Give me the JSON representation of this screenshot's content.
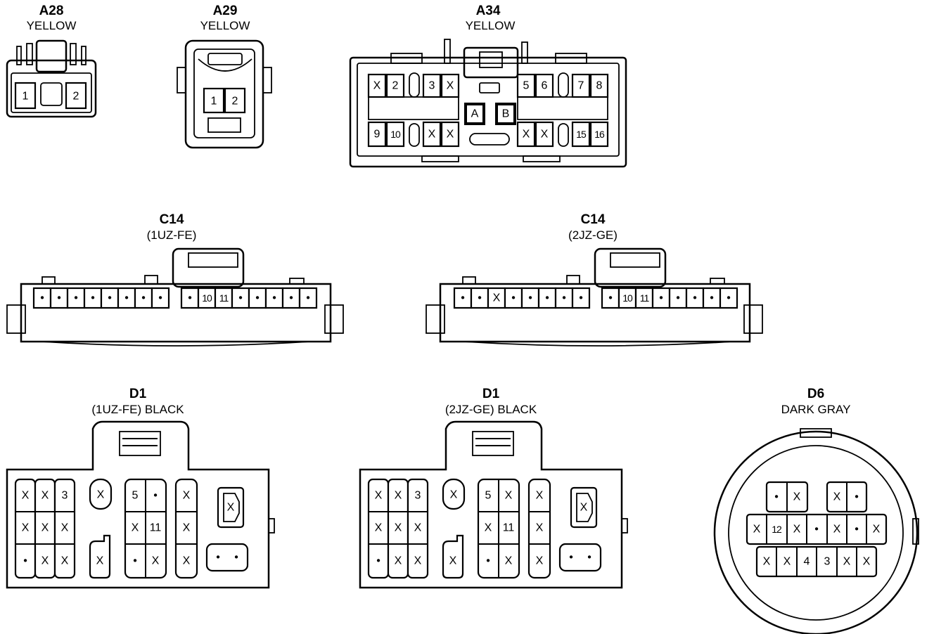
{
  "connectors": {
    "a28": {
      "id": "A28",
      "color": "YELLOW",
      "pins": [
        "1",
        "2"
      ]
    },
    "a29": {
      "id": "A29",
      "color": "YELLOW",
      "pins": [
        "1",
        "2"
      ]
    },
    "a34": {
      "id": "A34",
      "color": "YELLOW",
      "top_left": [
        "X",
        "2",
        "3",
        "X"
      ],
      "top_right": [
        "5",
        "6",
        "7",
        "8"
      ],
      "bottom_left": [
        "9",
        "10",
        "X",
        "X"
      ],
      "bottom_right": [
        "X",
        "X",
        "15",
        "16"
      ],
      "keys": [
        "A",
        "B"
      ]
    },
    "c14_1uz": {
      "id": "C14",
      "variant": "(1UZ-FE)",
      "left": [
        "•",
        "•",
        "•",
        "•",
        "•",
        "•",
        "•",
        "•"
      ],
      "right": [
        "•",
        "10",
        "11",
        "•",
        "•",
        "•",
        "•",
        "•"
      ]
    },
    "c14_2jz": {
      "id": "C14",
      "variant": "(2JZ-GE)",
      "left": [
        "•",
        "•",
        "X",
        "•",
        "•",
        "•",
        "•",
        "•"
      ],
      "right": [
        "•",
        "10",
        "11",
        "•",
        "•",
        "•",
        "•",
        "•"
      ]
    },
    "d1_1uz": {
      "id": "D1",
      "variant": "(1UZ-FE)  BLACK",
      "grid_a": [
        [
          "X",
          "X",
          "3"
        ],
        [
          "X",
          "X",
          "X"
        ],
        [
          "•",
          "X",
          "X"
        ]
      ],
      "single_top": "X",
      "single_bottom": "X",
      "grid_b": [
        [
          "5",
          "•"
        ],
        [
          "X",
          "11"
        ],
        [
          "•",
          "X"
        ]
      ],
      "column_c": [
        "X",
        "X",
        "X"
      ],
      "key": "X",
      "pair": [
        "•",
        "•"
      ]
    },
    "d1_2jz": {
      "id": "D1",
      "variant": "(2JZ-GE)  BLACK",
      "grid_a": [
        [
          "X",
          "X",
          "3"
        ],
        [
          "X",
          "X",
          "X"
        ],
        [
          "•",
          "X",
          "X"
        ]
      ],
      "single_top": "X",
      "single_bottom": "X",
      "grid_b": [
        [
          "5",
          "X"
        ],
        [
          "X",
          "11"
        ],
        [
          "•",
          "X"
        ]
      ],
      "column_c": [
        "X",
        "X",
        "X"
      ],
      "key": "X",
      "pair": [
        "•",
        "•"
      ]
    },
    "d6": {
      "id": "D6",
      "color": "DARK GRAY",
      "row1_left": [
        "•",
        "X"
      ],
      "row1_right": [
        "X",
        "•"
      ],
      "row2": [
        "X",
        "12",
        "X",
        "•",
        "X",
        "•",
        "X"
      ],
      "row3": [
        "X",
        "X",
        "4",
        "3",
        "X",
        "X"
      ]
    }
  }
}
